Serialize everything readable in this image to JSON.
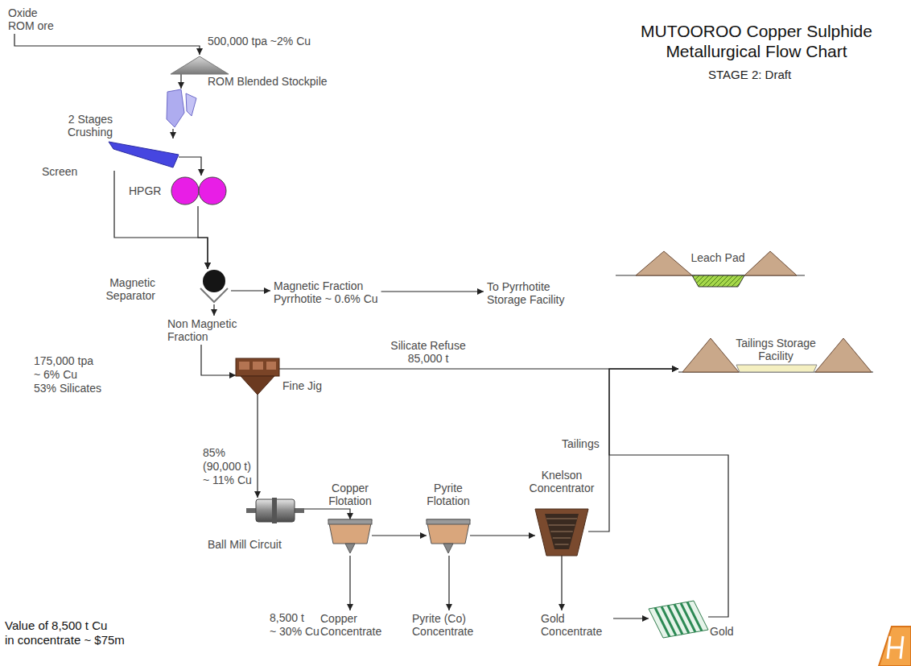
{
  "diagram": {
    "title": "MUTOOROO Copper Sulphide Metallurgical Flow Chart",
    "nodes": [
      {
        "text": [
          "Oxide ROM ore"
        ]
      },
      {
        "text": [
          "ROM Blended Stockpile"
        ]
      },
      {
        "text": [
          "2 Stages Crushing"
        ]
      },
      {
        "text": [
          "Screen"
        ]
      },
      {
        "text": [
          "HPGR"
        ]
      },
      {
        "text": [
          "Magnetic Separator"
        ]
      },
      {
        "text": [
          "Magnetic Fraction",
          "Pyrrhotite ~ 0.6% Cu"
        ]
      },
      {
        "text": [
          "To Pyrrhotite Storage Facility"
        ]
      },
      {
        "text": [
          "Non Magnetic Fraction"
        ]
      },
      {
        "text": [
          "Leach Pad"
        ]
      },
      {
        "text": [
          "Fine Jig"
        ]
      },
      {
        "text": [
          "Tailings Storage Facility"
        ]
      },
      {
        "text": [
          "Ball Mill Circuit"
        ]
      },
      {
        "text": [
          "Copper Flotation"
        ]
      },
      {
        "text": [
          "Pyrite Flotation"
        ]
      },
      {
        "text": [
          "Knelson Concentrator"
        ]
      },
      {
        "text": [
          "Copper Concentrate"
        ]
      },
      {
        "text": [
          "Pyrite (Co) Concentrate"
        ]
      },
      {
        "text": [
          "Gold Concentrate"
        ]
      },
      {
        "text": [
          "Gold"
        ]
      }
    ],
    "edges": [
      {
        "from": 0,
        "to": 1,
        "arrow": "to"
      },
      {
        "from": 1,
        "to": 2,
        "arrow": "to"
      },
      {
        "from": 2,
        "to": 3,
        "arrow": "to"
      },
      {
        "from": 3,
        "to": 4,
        "arrow": "to"
      },
      {
        "from": 3,
        "to": 5,
        "arrow": "to"
      },
      {
        "from": 4,
        "to": 5,
        "arrow": "to"
      },
      {
        "from": 5,
        "to": 8,
        "arrow": "to"
      },
      {
        "from": 5,
        "to": 6,
        "arrow": "to"
      },
      {
        "from": 6,
        "to": 7,
        "arrow": "to"
      },
      {
        "from": 8,
        "to": 10,
        "arrow": "to"
      },
      {
        "from": 10,
        "to": 11,
        "label": "Silicate Refuse 85,000 t",
        "arrow": "to"
      },
      {
        "from": 10,
        "to": 12,
        "arrow": "to"
      },
      {
        "from": 12,
        "to": 13,
        "arrow": "to"
      },
      {
        "from": 13,
        "to": 14,
        "arrow": "to"
      },
      {
        "from": 13,
        "to": 16,
        "arrow": "to"
      },
      {
        "from": 14,
        "to": 15,
        "arrow": "to"
      },
      {
        "from": 14,
        "to": 17,
        "arrow": "to"
      },
      {
        "from": 15,
        "to": 18,
        "arrow": "to"
      },
      {
        "from": 18,
        "to": 19,
        "arrow": "to"
      },
      {
        "from": 15,
        "to": 11,
        "label": "Tailings",
        "arrow": "to"
      },
      {
        "from": 19,
        "to": 11,
        "arrow": "to"
      }
    ],
    "labels": [
      "500,000 tpa ~2% Cu",
      "STAGE 2: Draft",
      "175,000 tpa",
      "~ 6% Cu",
      "53% Silicates",
      "85%",
      "(90,000 t)",
      "~ 11% Cu",
      "8,500 t",
      "~ 30% Cu",
      "Value of 8,500 t Cu",
      "in concentrate ~ $75m"
    ]
  }
}
